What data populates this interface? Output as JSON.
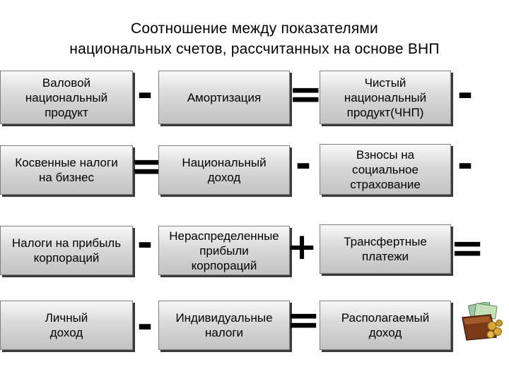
{
  "title": {
    "line1": "Соотношение между показателями",
    "line2": "национальных счетов, рассчитанных на основе ВНП"
  },
  "rows": [
    {
      "c1": "Валовой\nнациональный\nпродукт",
      "op1": "-",
      "c2": "Амортизация",
      "op2": "=",
      "c3": "Чистый\nнациональный\nпродукт(ЧНП)",
      "op3": "-"
    },
    {
      "c1": "Косвенные налоги\nна бизнес",
      "op1": "=",
      "c2": "Национальный\nдоход",
      "op2": "-",
      "c3": "Взносы на\nсоциальное\nстрахование",
      "op3": "-"
    },
    {
      "c1": "Налоги на прибыль\nкорпораций",
      "op1": "-",
      "c2": "Нераспределенные\nприбыли\nкорпораций",
      "op2": "+",
      "c3": "Трансфертные\nплатежи",
      "op3": "="
    },
    {
      "c1": "Личный\nдоход",
      "op1": "-",
      "c2": "Индивидуальные\nналоги",
      "op2": "=",
      "c3": "Располагаемый\nдоход"
    }
  ],
  "decoration": {
    "icon": "wallet-with-money-icon"
  }
}
